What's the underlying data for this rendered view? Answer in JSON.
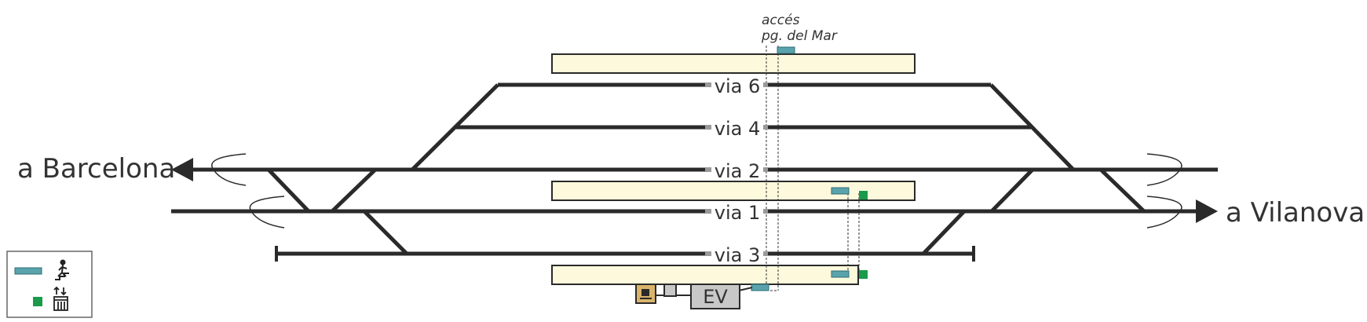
{
  "diagram": {
    "directions": {
      "left": "a Barcelona",
      "right": "a Vilanova"
    },
    "tracks": [
      {
        "id": "via-6",
        "label": "via 6"
      },
      {
        "id": "via-4",
        "label": "via 4"
      },
      {
        "id": "via-2",
        "label": "via 2"
      },
      {
        "id": "via-1",
        "label": "via 1"
      },
      {
        "id": "via-3",
        "label": "via 3"
      }
    ],
    "access": {
      "line1": "accés",
      "line2": "pg. del Mar"
    },
    "station_building": {
      "label": "EV"
    },
    "legend": {
      "items": [
        {
          "icon": "stairs-icon",
          "meaning": "stairs/underpass access",
          "color": "#5aa3ad"
        },
        {
          "icon": "elevator-icon",
          "meaning": "elevator",
          "color": "#1a9a4a"
        }
      ]
    },
    "colors": {
      "track": "#2a2a2a",
      "platform_fill": "#fcf9dc",
      "platform_stroke": "#2a2a2a",
      "stairs": "#5aa3ad",
      "elevator": "#1a9a4a",
      "cafe": "#d9b46a",
      "building": "#c8c8c8"
    }
  }
}
